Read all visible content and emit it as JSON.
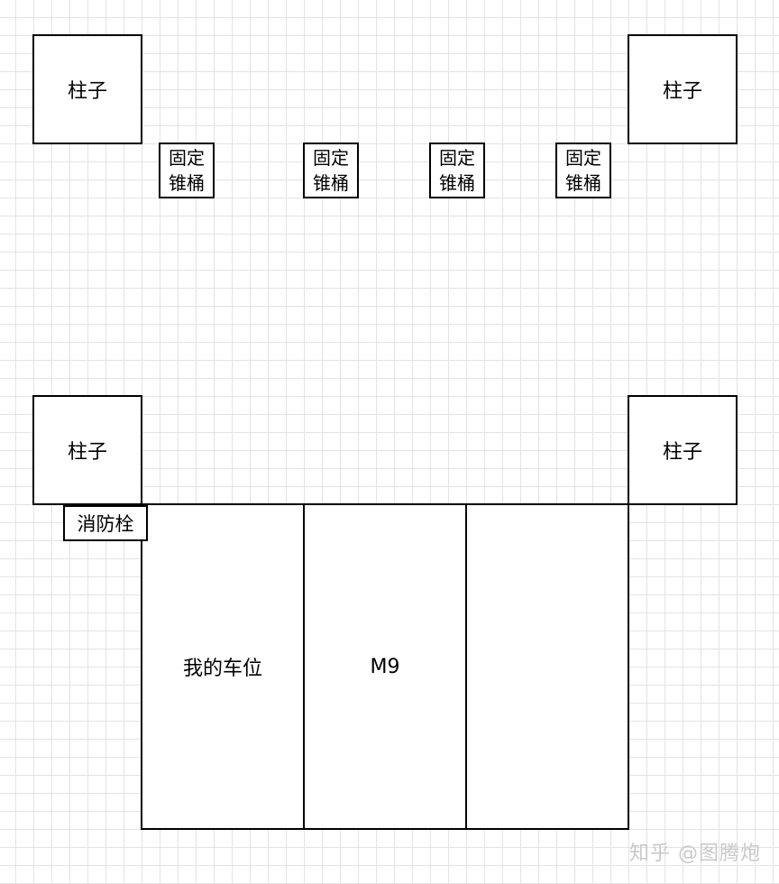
{
  "diagram": {
    "pillars": [
      {
        "label": "柱子"
      },
      {
        "label": "柱子"
      },
      {
        "label": "柱子"
      },
      {
        "label": "柱子"
      }
    ],
    "cones": [
      {
        "label": "固定锥桶"
      },
      {
        "label": "固定锥桶"
      },
      {
        "label": "固定锥桶"
      },
      {
        "label": "固定锥桶"
      }
    ],
    "hydrant": {
      "label": "消防栓"
    },
    "parking_slots": [
      {
        "label": "我的车位"
      },
      {
        "label": "M9"
      },
      {
        "label": ""
      }
    ]
  },
  "watermark": "知乎 @图腾炮"
}
